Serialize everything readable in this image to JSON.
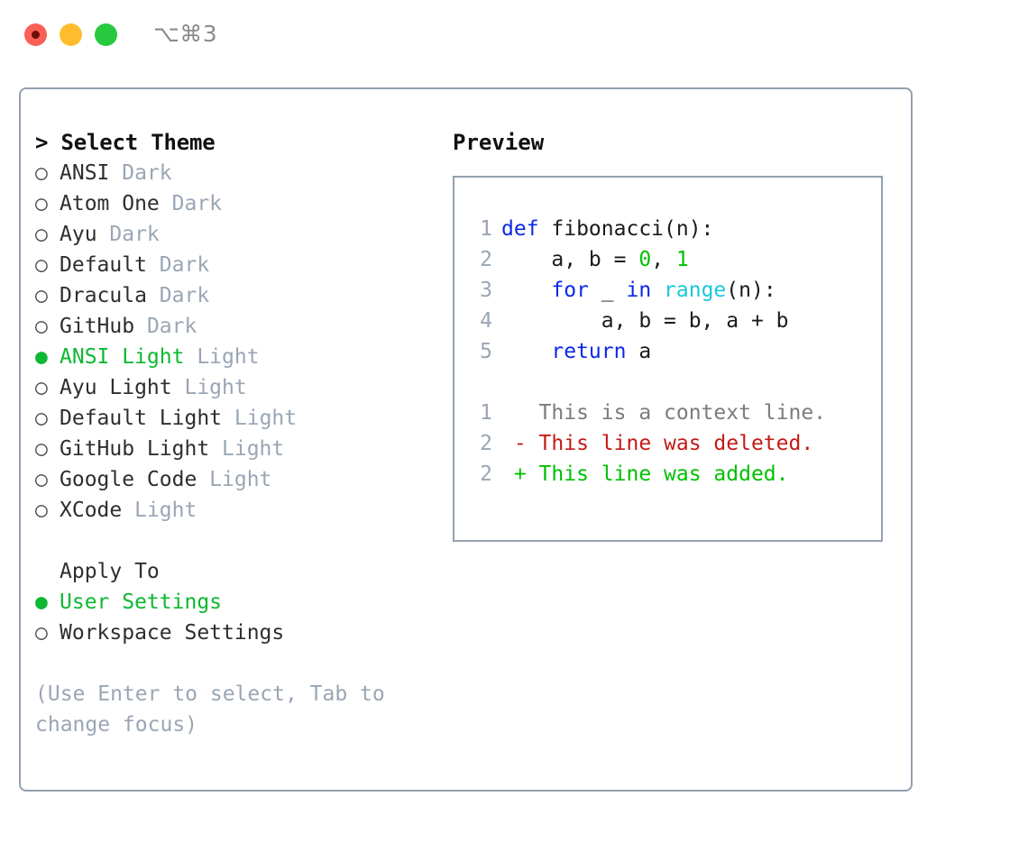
{
  "titlebar": {
    "shortcut": "⌥⌘3",
    "lights": [
      {
        "name": "close",
        "color": "#fb6058"
      },
      {
        "name": "minimize",
        "color": "#ffbd2e"
      },
      {
        "name": "zoom",
        "color": "#27c93f"
      }
    ]
  },
  "theme_panel": {
    "header": "> Select Theme",
    "selected_bullet": "●",
    "unselected_bullet": "○",
    "items": [
      {
        "bullet": "○",
        "name": "ANSI",
        "variant": "Dark",
        "selected": false
      },
      {
        "bullet": "○",
        "name": "Atom One",
        "variant": "Dark",
        "selected": false
      },
      {
        "bullet": "○",
        "name": "Ayu",
        "variant": "Dark",
        "selected": false
      },
      {
        "bullet": "○",
        "name": "Default",
        "variant": "Dark",
        "selected": false
      },
      {
        "bullet": "○",
        "name": "Dracula",
        "variant": "Dark",
        "selected": false
      },
      {
        "bullet": "○",
        "name": "GitHub",
        "variant": "Dark",
        "selected": false
      },
      {
        "bullet": "●",
        "name": "ANSI Light",
        "variant": "Light",
        "selected": true
      },
      {
        "bullet": "○",
        "name": "Ayu Light",
        "variant": "Light",
        "selected": false
      },
      {
        "bullet": "○",
        "name": "Default Light",
        "variant": "Light",
        "selected": false
      },
      {
        "bullet": "○",
        "name": "GitHub Light",
        "variant": "Light",
        "selected": false
      },
      {
        "bullet": "○",
        "name": "Google Code",
        "variant": "Light",
        "selected": false
      },
      {
        "bullet": "○",
        "name": "XCode",
        "variant": "Light",
        "selected": false
      }
    ]
  },
  "apply_to": {
    "header": "Apply To",
    "items": [
      {
        "bullet": "●",
        "label": "User Settings",
        "selected": true
      },
      {
        "bullet": "○",
        "label": "Workspace Settings",
        "selected": false
      }
    ]
  },
  "help": {
    "text": "(Use Enter to select, Tab to change focus)"
  },
  "preview": {
    "title": "Preview",
    "code_lines": [
      {
        "no": "1",
        "segments": [
          {
            "text": "def",
            "style": "kw"
          },
          {
            "text": " fibonacci(n):",
            "style": "txt"
          }
        ]
      },
      {
        "no": "2",
        "segments": [
          {
            "text": "    a, b = ",
            "style": "txt"
          },
          {
            "text": "0",
            "style": "num"
          },
          {
            "text": ", ",
            "style": "txt"
          },
          {
            "text": "1",
            "style": "num"
          }
        ]
      },
      {
        "no": "3",
        "segments": [
          {
            "text": "    ",
            "style": "txt"
          },
          {
            "text": "for",
            "style": "kw"
          },
          {
            "text": " _ ",
            "style": "txt"
          },
          {
            "text": "in",
            "style": "kw"
          },
          {
            "text": " ",
            "style": "txt"
          },
          {
            "text": "range",
            "style": "fn"
          },
          {
            "text": "(n):",
            "style": "txt"
          }
        ]
      },
      {
        "no": "4",
        "segments": [
          {
            "text": "        a, b = b, a + b",
            "style": "txt"
          }
        ]
      },
      {
        "no": "5",
        "segments": [
          {
            "text": "    ",
            "style": "txt"
          },
          {
            "text": "return",
            "style": "kw"
          },
          {
            "text": " a",
            "style": "txt"
          }
        ]
      }
    ],
    "diff_lines": [
      {
        "no": "1",
        "marker": " ",
        "text": " This is a context line.",
        "kind": "context"
      },
      {
        "no": "2",
        "marker": "-",
        "text": " This line was deleted.",
        "kind": "deleted"
      },
      {
        "no": "2",
        "marker": "+",
        "text": " This line was added.",
        "kind": "added"
      }
    ]
  },
  "colors": {
    "accent_green": "#0cb832",
    "muted": "#9aa6b5",
    "border": "#93a0b0",
    "keyword": "#0a28e8",
    "function": "#18c8d8",
    "number": "#00c000",
    "diff_deleted": "#c41a16",
    "diff_added": "#00c000",
    "diff_context": "#7b7b80"
  }
}
